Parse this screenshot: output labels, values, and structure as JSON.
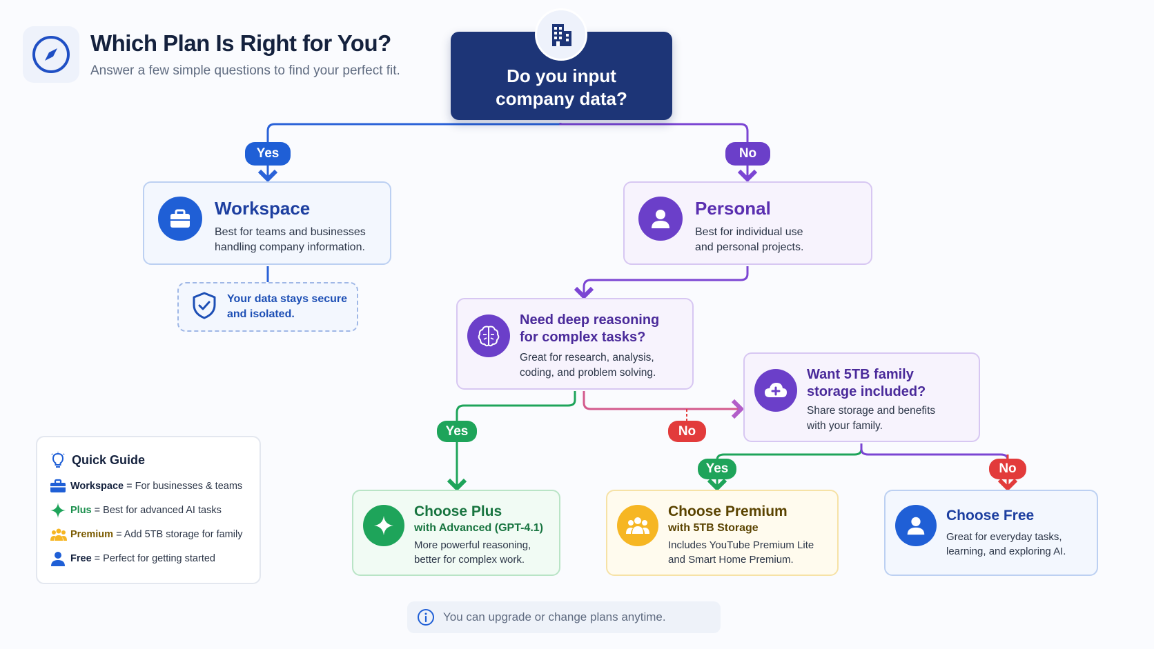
{
  "header": {
    "title": "Which Plan Is Right for You?",
    "subtitle": "Answer a few simple questions to find your perfect fit.",
    "icon": "compass-icon"
  },
  "root": {
    "line1": "Do you input",
    "line2": "company data?",
    "icon": "building-icon"
  },
  "branches": {
    "root_yes": "Yes",
    "root_no": "No",
    "deep_yes": "Yes",
    "deep_no": "No",
    "storage_yes": "Yes",
    "storage_no": "No"
  },
  "workspace": {
    "title": "Workspace",
    "desc1": "Best for teams and businesses",
    "desc2": "handling company information.",
    "note1": "Your data stays secure",
    "note2": "and isolated."
  },
  "personal": {
    "title": "Personal",
    "desc1": "Best for individual use",
    "desc2": "and personal projects."
  },
  "deep_reasoning": {
    "title1": "Need deep reasoning",
    "title2": "for complex tasks?",
    "desc1": "Great for research, analysis,",
    "desc2": "coding, and problem solving."
  },
  "family_storage": {
    "title1": "Want 5TB family",
    "title2": "storage included?",
    "desc1": "Share storage and benefits",
    "desc2": "with your family."
  },
  "plus": {
    "title": "Choose Plus",
    "subtitle": "with Advanced (GPT-4.1)",
    "desc1": "More powerful reasoning,",
    "desc2": "better for complex work."
  },
  "premium": {
    "title": "Choose Premium",
    "subtitle": "with 5TB Storage",
    "desc1": "Includes YouTube Premium Lite",
    "desc2": "and Smart Home Premium."
  },
  "free": {
    "title": "Choose Free",
    "desc1": "Great for everyday tasks,",
    "desc2": "learning, and exploring AI."
  },
  "guide": {
    "title": "Quick Guide",
    "items": [
      {
        "name": "Workspace",
        "text": " = For businesses & teams",
        "color": "#14213d"
      },
      {
        "name": "Plus",
        "text": " = Best for advanced AI tasks",
        "color": "#1b8f4d"
      },
      {
        "name": "Premium",
        "text": " = Add 5TB storage for family",
        "color": "#7a5a00"
      },
      {
        "name": "Free",
        "text": " = Perfect for getting started",
        "color": "#14213d"
      }
    ]
  },
  "footer": {
    "text": "You can upgrade or change plans anytime."
  },
  "colors": {
    "navy": "#1d3577",
    "blue": "#1f5fd6",
    "purple": "#6b3fc9",
    "green": "#1ea45a",
    "red": "#e23b3b",
    "yellow": "#f6b623"
  }
}
